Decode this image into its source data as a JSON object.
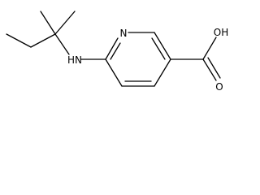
{
  "molecule": {
    "atoms": [
      {
        "id": "n_ring",
        "symbol": "N"
      },
      {
        "id": "nh",
        "symbol": "HN"
      },
      {
        "id": "oh",
        "symbol": "OH"
      },
      {
        "id": "o_carbonyl",
        "symbol": "O"
      }
    ]
  },
  "colors": {
    "bond": "#000000",
    "label": "#000000",
    "background": "#ffffff"
  }
}
